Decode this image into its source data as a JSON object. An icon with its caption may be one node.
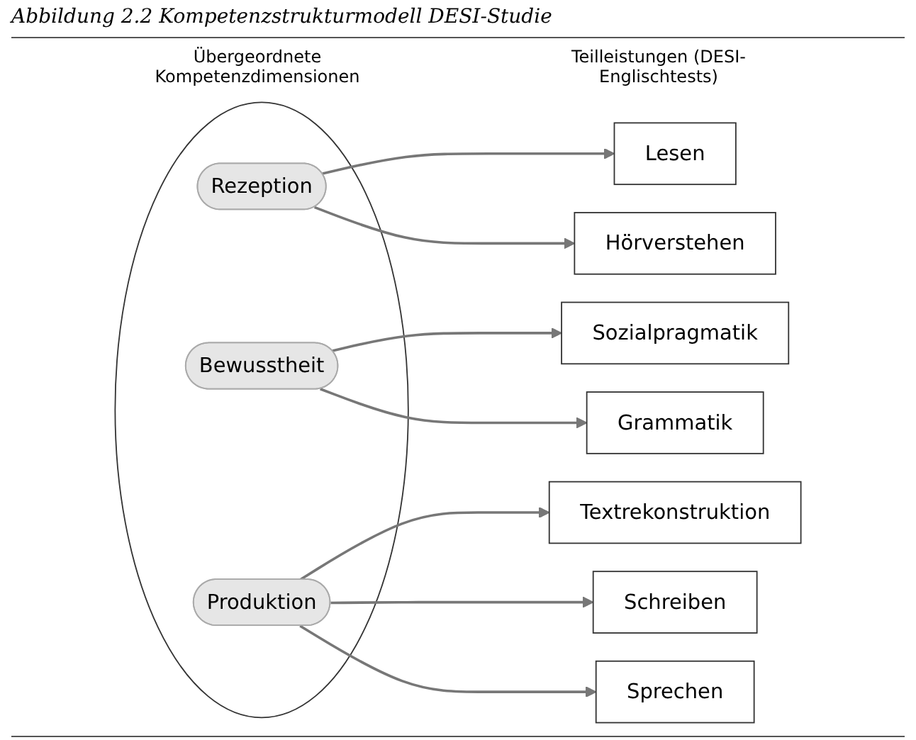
{
  "diagram": {
    "title": "Abbildung 2.2 Kompetenzstrukturmodell DESI-Studie",
    "nodes": [
      {
        "text": [],
        "shape": "circle"
      },
      {
        "text": [
          "Rezeption"
        ],
        "in": 0
      },
      {
        "text": [
          "Bewusstheit"
        ],
        "in": 0
      },
      {
        "text": [
          "Produktion"
        ],
        "in": 0
      },
      {
        "text": [
          "Lesen"
        ]
      },
      {
        "text": [
          "Hörverstehen"
        ]
      },
      {
        "text": [
          "Sozialpragmatik"
        ]
      },
      {
        "text": [
          "Grammatik"
        ]
      },
      {
        "text": [
          "Textrekonstruktion"
        ]
      },
      {
        "text": [
          "Schreiben"
        ]
      },
      {
        "text": [
          "Sprechen"
        ]
      }
    ],
    "edges": [
      {
        "from": 1,
        "to": 4,
        "arrow": "to"
      },
      {
        "from": 1,
        "to": 5,
        "arrow": "to"
      },
      {
        "from": 2,
        "to": 6,
        "arrow": "to"
      },
      {
        "from": 2,
        "to": 7,
        "arrow": "to"
      },
      {
        "from": 3,
        "to": 8,
        "arrow": "to"
      },
      {
        "from": 3,
        "to": 9,
        "arrow": "to"
      },
      {
        "from": 3,
        "to": 10,
        "arrow": "to"
      }
    ],
    "labels": [
      "Übergeordnete Kompetenzdimensionen",
      "Teilleistungen (DESI-Englischtests)"
    ]
  }
}
